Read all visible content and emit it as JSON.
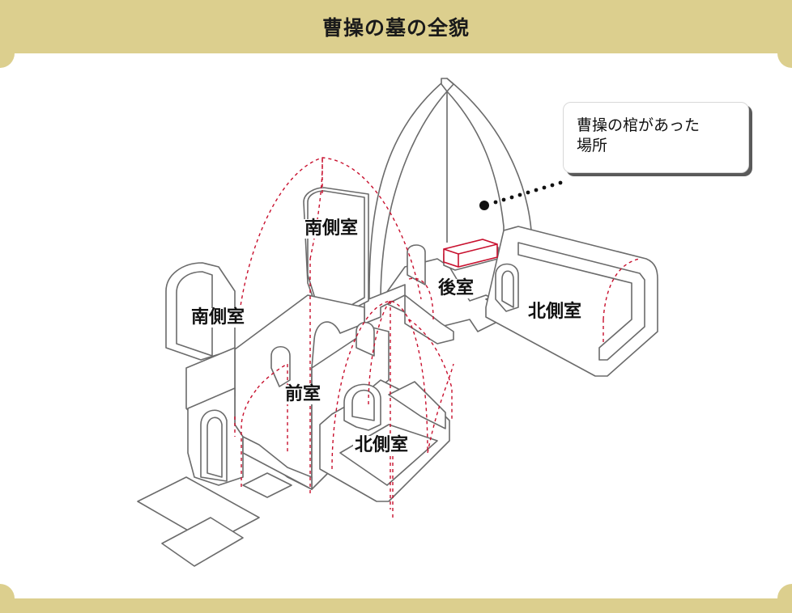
{
  "header": {
    "title": "曹操の墓の全貌"
  },
  "rooms": {
    "south_side_upper": "南側室",
    "south_side_left": "南側室",
    "rear": "後室",
    "north_side_right": "北側室",
    "front": "前室",
    "north_side_front": "北側室"
  },
  "callout": {
    "line1": "曹操の棺があった",
    "line2": "場所"
  },
  "colors": {
    "header_bg": "#dccf8e",
    "panel_bg": "#ffffff",
    "wall_stroke": "#6b6b6b",
    "dashed_dome": "#c8102e",
    "coffin_outline": "#c8102e"
  }
}
